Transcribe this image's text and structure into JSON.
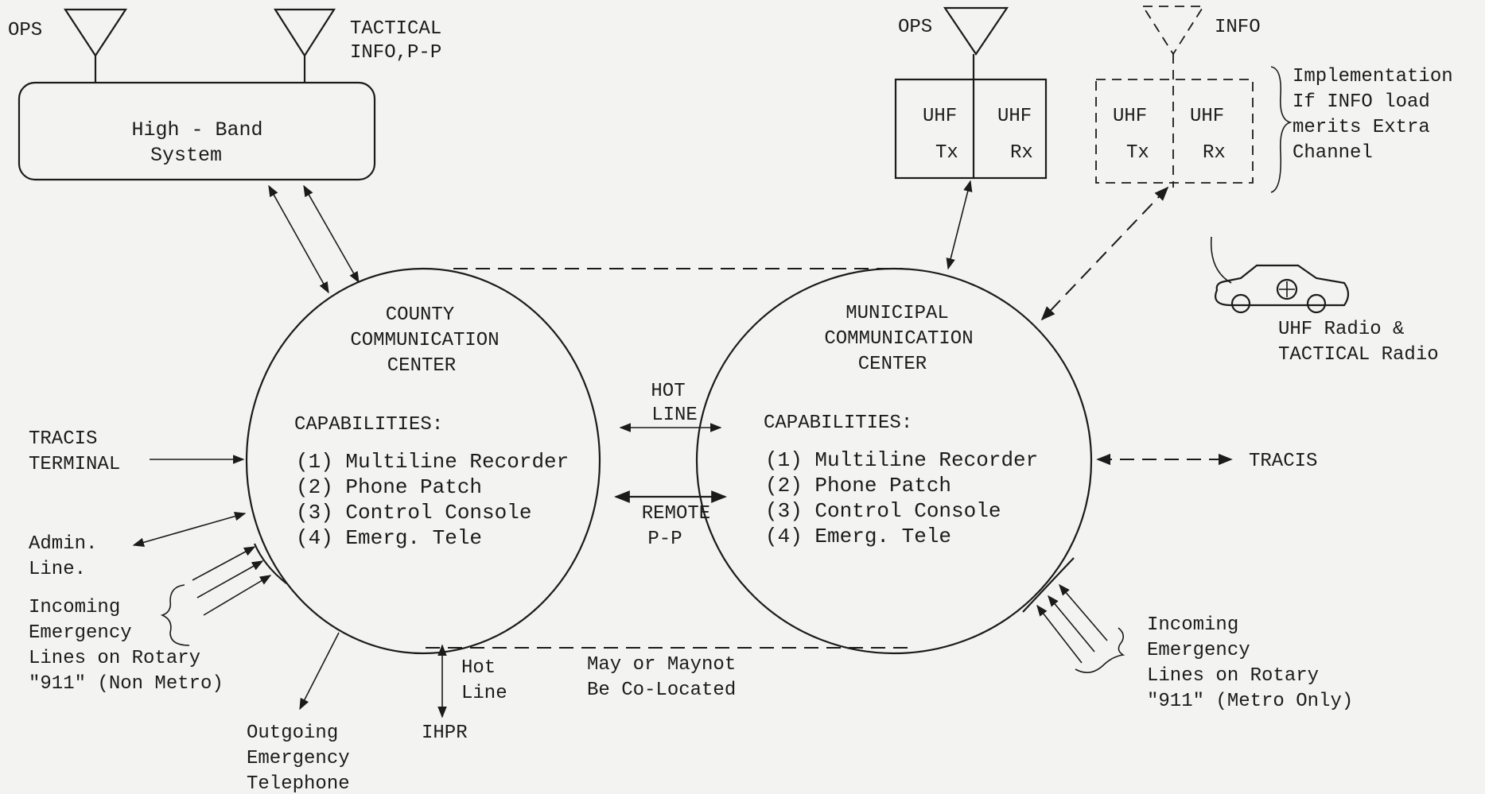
{
  "high_band": {
    "antenna_left_label": "OPS",
    "antenna_right_label_1": "TACTICAL",
    "antenna_right_label_2": "INFO,P-P",
    "box_line1": "High - Band",
    "box_line2": "System"
  },
  "uhf_main": {
    "antenna_label": "OPS",
    "tx_line1": "UHF",
    "tx_line2": "Tx",
    "rx_line1": "UHF",
    "rx_line2": "Rx"
  },
  "uhf_optional": {
    "antenna_label": "INFO",
    "tx_line1": "UHF",
    "tx_line2": "Tx",
    "rx_line1": "UHF",
    "rx_line2": "Rx",
    "note": [
      "Implementation",
      "If INFO load",
      "merits Extra",
      "Channel"
    ]
  },
  "vehicle": {
    "caption_1": "UHF Radio &",
    "caption_2": "TACTICAL Radio"
  },
  "county_center": {
    "title": [
      "COUNTY",
      "COMMUNICATION",
      "CENTER"
    ],
    "capabilities_heading": "CAPABILITIES:",
    "capabilities": [
      "(1) Multiline Recorder",
      "(2) Phone Patch",
      "(3) Control Console",
      "(4) Emerg. Tele"
    ]
  },
  "municipal_center": {
    "title": [
      "MUNICIPAL",
      "COMMUNICATION",
      "CENTER"
    ],
    "capabilities_heading": "CAPABILITIES:",
    "capabilities": [
      "(1) Multiline Recorder",
      "(2) Phone Patch",
      "(3) Control Console",
      "(4) Emerg. Tele"
    ]
  },
  "links": {
    "hot_line_1": "HOT",
    "hot_line_2": "LINE",
    "remote_1": "REMOTE",
    "remote_2": "P-P",
    "co_located_1": "May or Maynot",
    "co_located_2": "Be Co-Located"
  },
  "left_inputs": {
    "tracis_1": "TRACIS",
    "tracis_2": "TERMINAL",
    "admin_1": "Admin.",
    "admin_2": "Line.",
    "incoming": [
      "Incoming",
      "Emergency",
      "Lines on Rotary",
      "\"911\" (Non Metro)"
    ],
    "outgoing": [
      "Outgoing",
      "Emergency",
      "Telephone"
    ],
    "hot_line_bottom_1": "Hot",
    "hot_line_bottom_2": "Line",
    "ihpr": "IHPR"
  },
  "right_inputs": {
    "tracis": "TRACIS",
    "incoming": [
      "Incoming",
      "Emergency",
      "Lines on Rotary",
      "\"911\" (Metro Only)"
    ]
  }
}
